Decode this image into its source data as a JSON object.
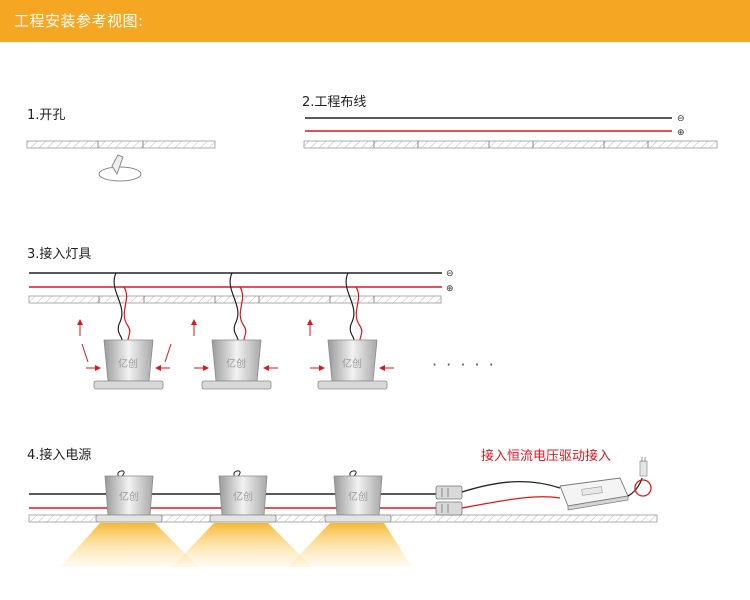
{
  "header": {
    "title": "工程安装参考视图:"
  },
  "steps": [
    {
      "label": "1.开孔"
    },
    {
      "label": "2.工程布线"
    },
    {
      "label": "3.接入灯具"
    },
    {
      "label": "4.接入电源"
    }
  ],
  "polarity": {
    "negative": "⊖",
    "positive": "⊕"
  },
  "fixture_brand": "亿创",
  "continuation": "· · · · ·",
  "driver_label": "接入恒流电压驱动接入",
  "colors": {
    "header_bg": "#f5a623",
    "wire_negative": "#222222",
    "wire_positive": "#e0161e",
    "light_beam": "#f6b52a",
    "driver_text": "#e0161e"
  }
}
